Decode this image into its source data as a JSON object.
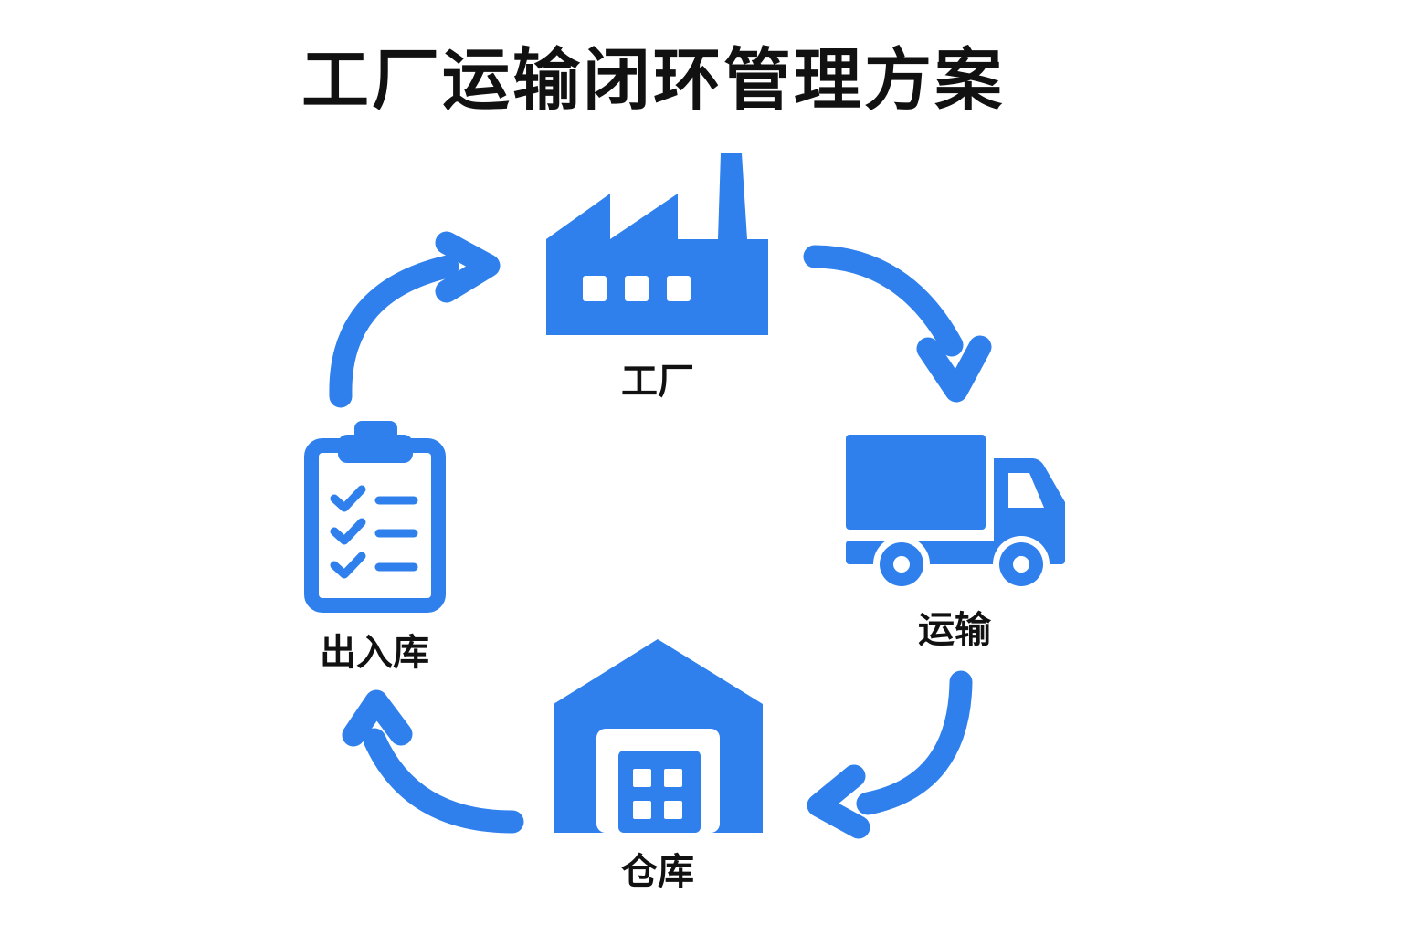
{
  "title": "工厂运输闭环管理方案",
  "colors": {
    "accent": "#2F80ED",
    "text": "#111111",
    "background": "#FFFFFF"
  },
  "nodes": [
    {
      "id": "factory",
      "label": "工厂",
      "icon": "factory-icon"
    },
    {
      "id": "transport",
      "label": "运输",
      "icon": "truck-icon"
    },
    {
      "id": "warehouse",
      "label": "仓库",
      "icon": "warehouse-icon"
    },
    {
      "id": "inout",
      "label": "出入库",
      "icon": "clipboard-checklist-icon"
    }
  ],
  "flow": [
    {
      "from": "factory",
      "to": "transport"
    },
    {
      "from": "transport",
      "to": "warehouse"
    },
    {
      "from": "warehouse",
      "to": "inout"
    },
    {
      "from": "inout",
      "to": "factory"
    }
  ]
}
